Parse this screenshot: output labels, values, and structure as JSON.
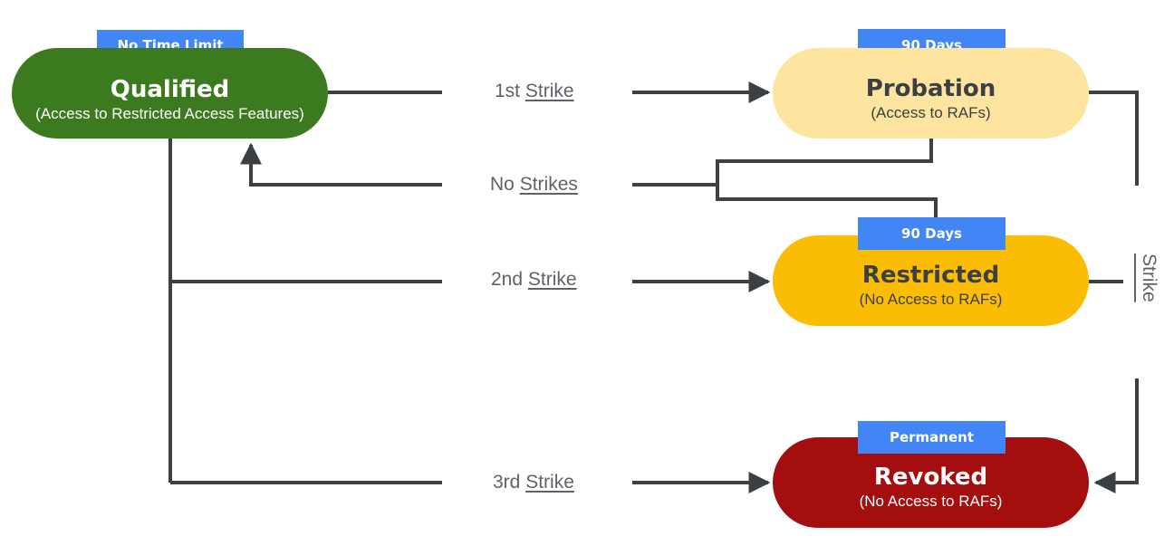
{
  "nodes": {
    "qualified": {
      "badge": "No Time Limit",
      "title": "Qualified",
      "subtitle": "(Access to Restricted Access Features)",
      "color": "#3b7a1f",
      "text_color": "#ffffff"
    },
    "probation": {
      "badge": "90 Days",
      "title": "Probation",
      "subtitle": "(Access to RAFs)",
      "color": "#fde59f",
      "text_color": "#3c4043"
    },
    "restricted": {
      "badge": "90 Days",
      "title": "Restricted",
      "subtitle": "(No Access to RAFs)",
      "color": "#fbbc04",
      "text_color": "#3c4043"
    },
    "revoked": {
      "badge": "Permanent",
      "title": "Revoked",
      "subtitle": "(No Access to RAFs)",
      "color": "#a50e0e",
      "text_color": "#ffffff"
    }
  },
  "edges": {
    "first_strike": {
      "prefix": "1st",
      "word": "Strike"
    },
    "no_strikes": {
      "prefix": "No",
      "word": "Strikes"
    },
    "second_strike": {
      "prefix": "2nd",
      "word": "Strike"
    },
    "third_strike": {
      "prefix": "3rd",
      "word": "Strike"
    },
    "strike_vertical": {
      "word": "Strike"
    }
  },
  "colors": {
    "connector": "#3c4043",
    "badge": "#4285f4",
    "label_text": "#5f6368"
  }
}
